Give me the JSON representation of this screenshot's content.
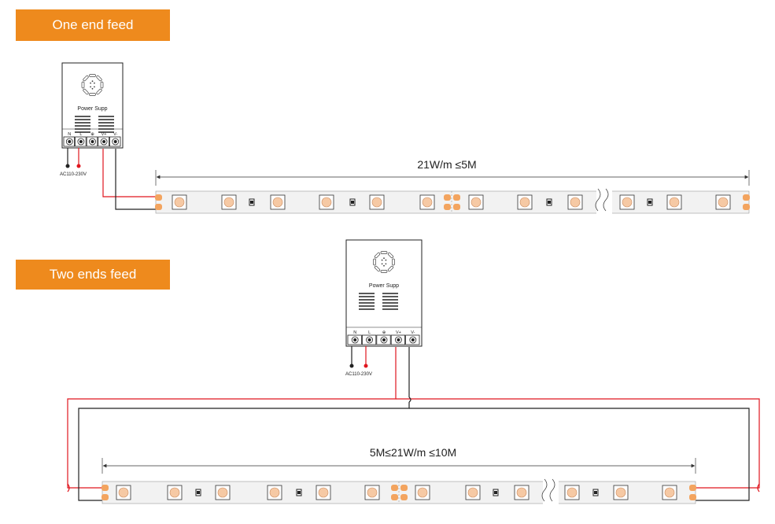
{
  "sections": [
    {
      "title": "One end feed",
      "dimension": "21W/m ≤5M"
    },
    {
      "title": "Two ends feed",
      "dimension": "5M≤21W/m ≤10M"
    }
  ],
  "power_supply": {
    "label": "Power Supp",
    "input_label": "AC110-230V",
    "terminals": [
      "N",
      "L",
      "⊕",
      "V+",
      "V-"
    ]
  },
  "colors": {
    "accent": "#ee8a1d",
    "positive_wire": "#e0161e",
    "negative_wire": "#222222",
    "led": "#f6c9a4",
    "pad": "#f3a45f",
    "strip": "#f2f2f2"
  }
}
